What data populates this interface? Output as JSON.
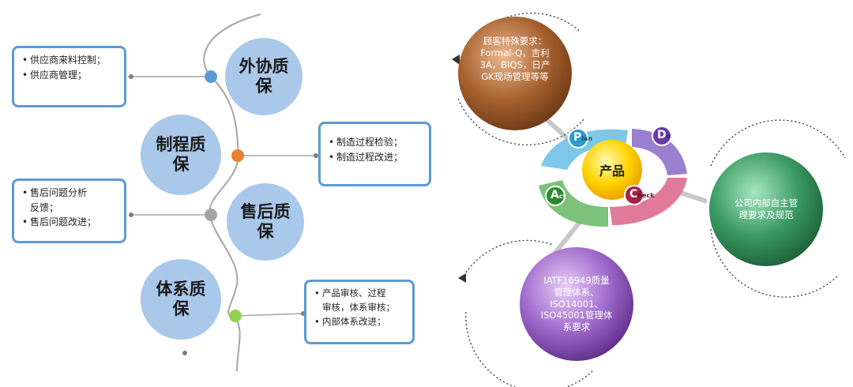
{
  "left": {
    "circles": [
      {
        "label": "外协质\n保"
      },
      {
        "label": "制程质\n保"
      },
      {
        "label": "售后质\n保"
      },
      {
        "label": "体系质\n保"
      }
    ],
    "boxes": [
      {
        "items": [
          "供应商来料控制；",
          "供应商管理；"
        ]
      },
      {
        "items": [
          "制造过程检验；",
          "制造过程改进；"
        ]
      },
      {
        "items": [
          "售后问题分析\n反馈；",
          "售后问题改进；"
        ]
      },
      {
        "items": [
          "产品审核、过程\n审核，体系审核；",
          "内部体系改进；"
        ]
      }
    ],
    "colors": {
      "node1": "#5b9bd5",
      "node2": "#ed7d31",
      "node3": "#a5a5a5",
      "node4": "#92d050",
      "circle": "#a9c8ea",
      "border": "#5b9bd5"
    }
  },
  "right": {
    "center_label": "产品",
    "pdca": {
      "p": "P",
      "p_small": "lan",
      "d": "D",
      "d_small": "o",
      "c": "C",
      "c_small": "heck",
      "a": "A",
      "a_small": "ct"
    },
    "spheres": {
      "customer": "顾客特殊要求：\nFormal-Q，吉利\n3A，BIQS，日产\nGK现场管理等等",
      "company": "公司内部自主管\n理要求及规范",
      "iatf": "IATF16949质量\n管理体系、\nISO14001、\nISO45001管理体\n系要求"
    },
    "colors": {
      "plan": "#7fc7e8",
      "do": "#9b7fd0",
      "check": "#e07a9a",
      "act": "#7cc27a",
      "brown": "#9a5a2e",
      "green": "#2f8a56",
      "purple": "#9a63c4"
    }
  }
}
